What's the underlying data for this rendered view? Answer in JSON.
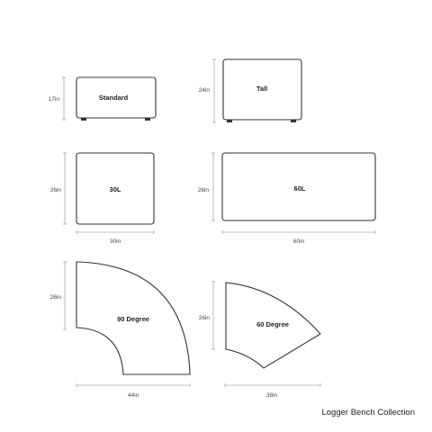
{
  "collection_title": "Logger Bench Collection",
  "benches": {
    "standard": {
      "name": "Standard",
      "height": "17in"
    },
    "tall": {
      "name": "Tall",
      "height": "24in"
    },
    "b30l": {
      "name": "30L",
      "depth": "26in",
      "width": "30in"
    },
    "b60l": {
      "name": "60L",
      "depth": "26in",
      "width": "60in"
    },
    "deg90": {
      "name": "90 Degree",
      "depth": "26in",
      "width": "44in"
    },
    "deg60": {
      "name": "60 Degree",
      "depth": "26in",
      "width": "38in"
    }
  }
}
